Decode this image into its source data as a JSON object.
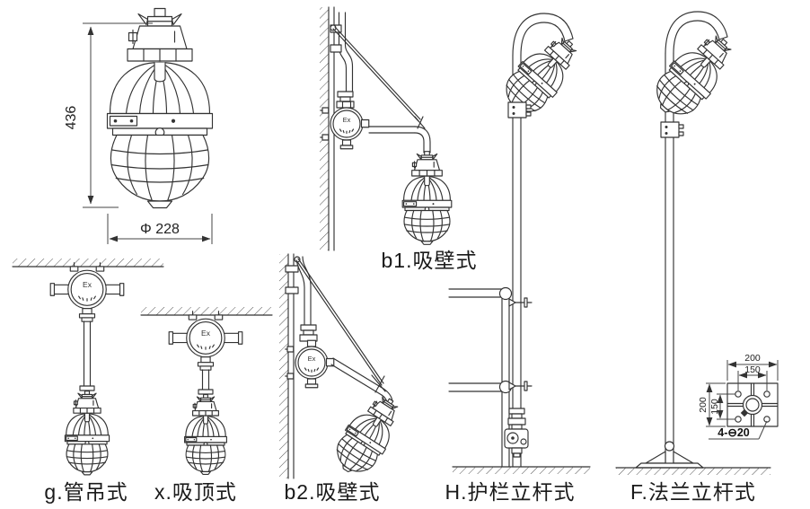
{
  "page": {
    "background": "#ffffff"
  },
  "drawing": {
    "ex_mark": "Ex",
    "detail_figure": {
      "height_dim": "436",
      "diameter_dim": "Φ 228"
    },
    "figure_labels": {
      "b1": "b1.吸壁式",
      "g": "g.管吊式",
      "x": "x.吸顶式",
      "b2": "b2.吸壁式",
      "H": "H.护栏立杆式",
      "F": "F.法兰立杆式"
    },
    "flange_detail": {
      "outer_width": "200",
      "hole_pitch_width": "150",
      "outer_height": "200",
      "hole_pitch_height": "150",
      "holes_label": "4-⊖20"
    },
    "colors": {
      "line": "#333333",
      "text": "#1a1a1a"
    }
  }
}
